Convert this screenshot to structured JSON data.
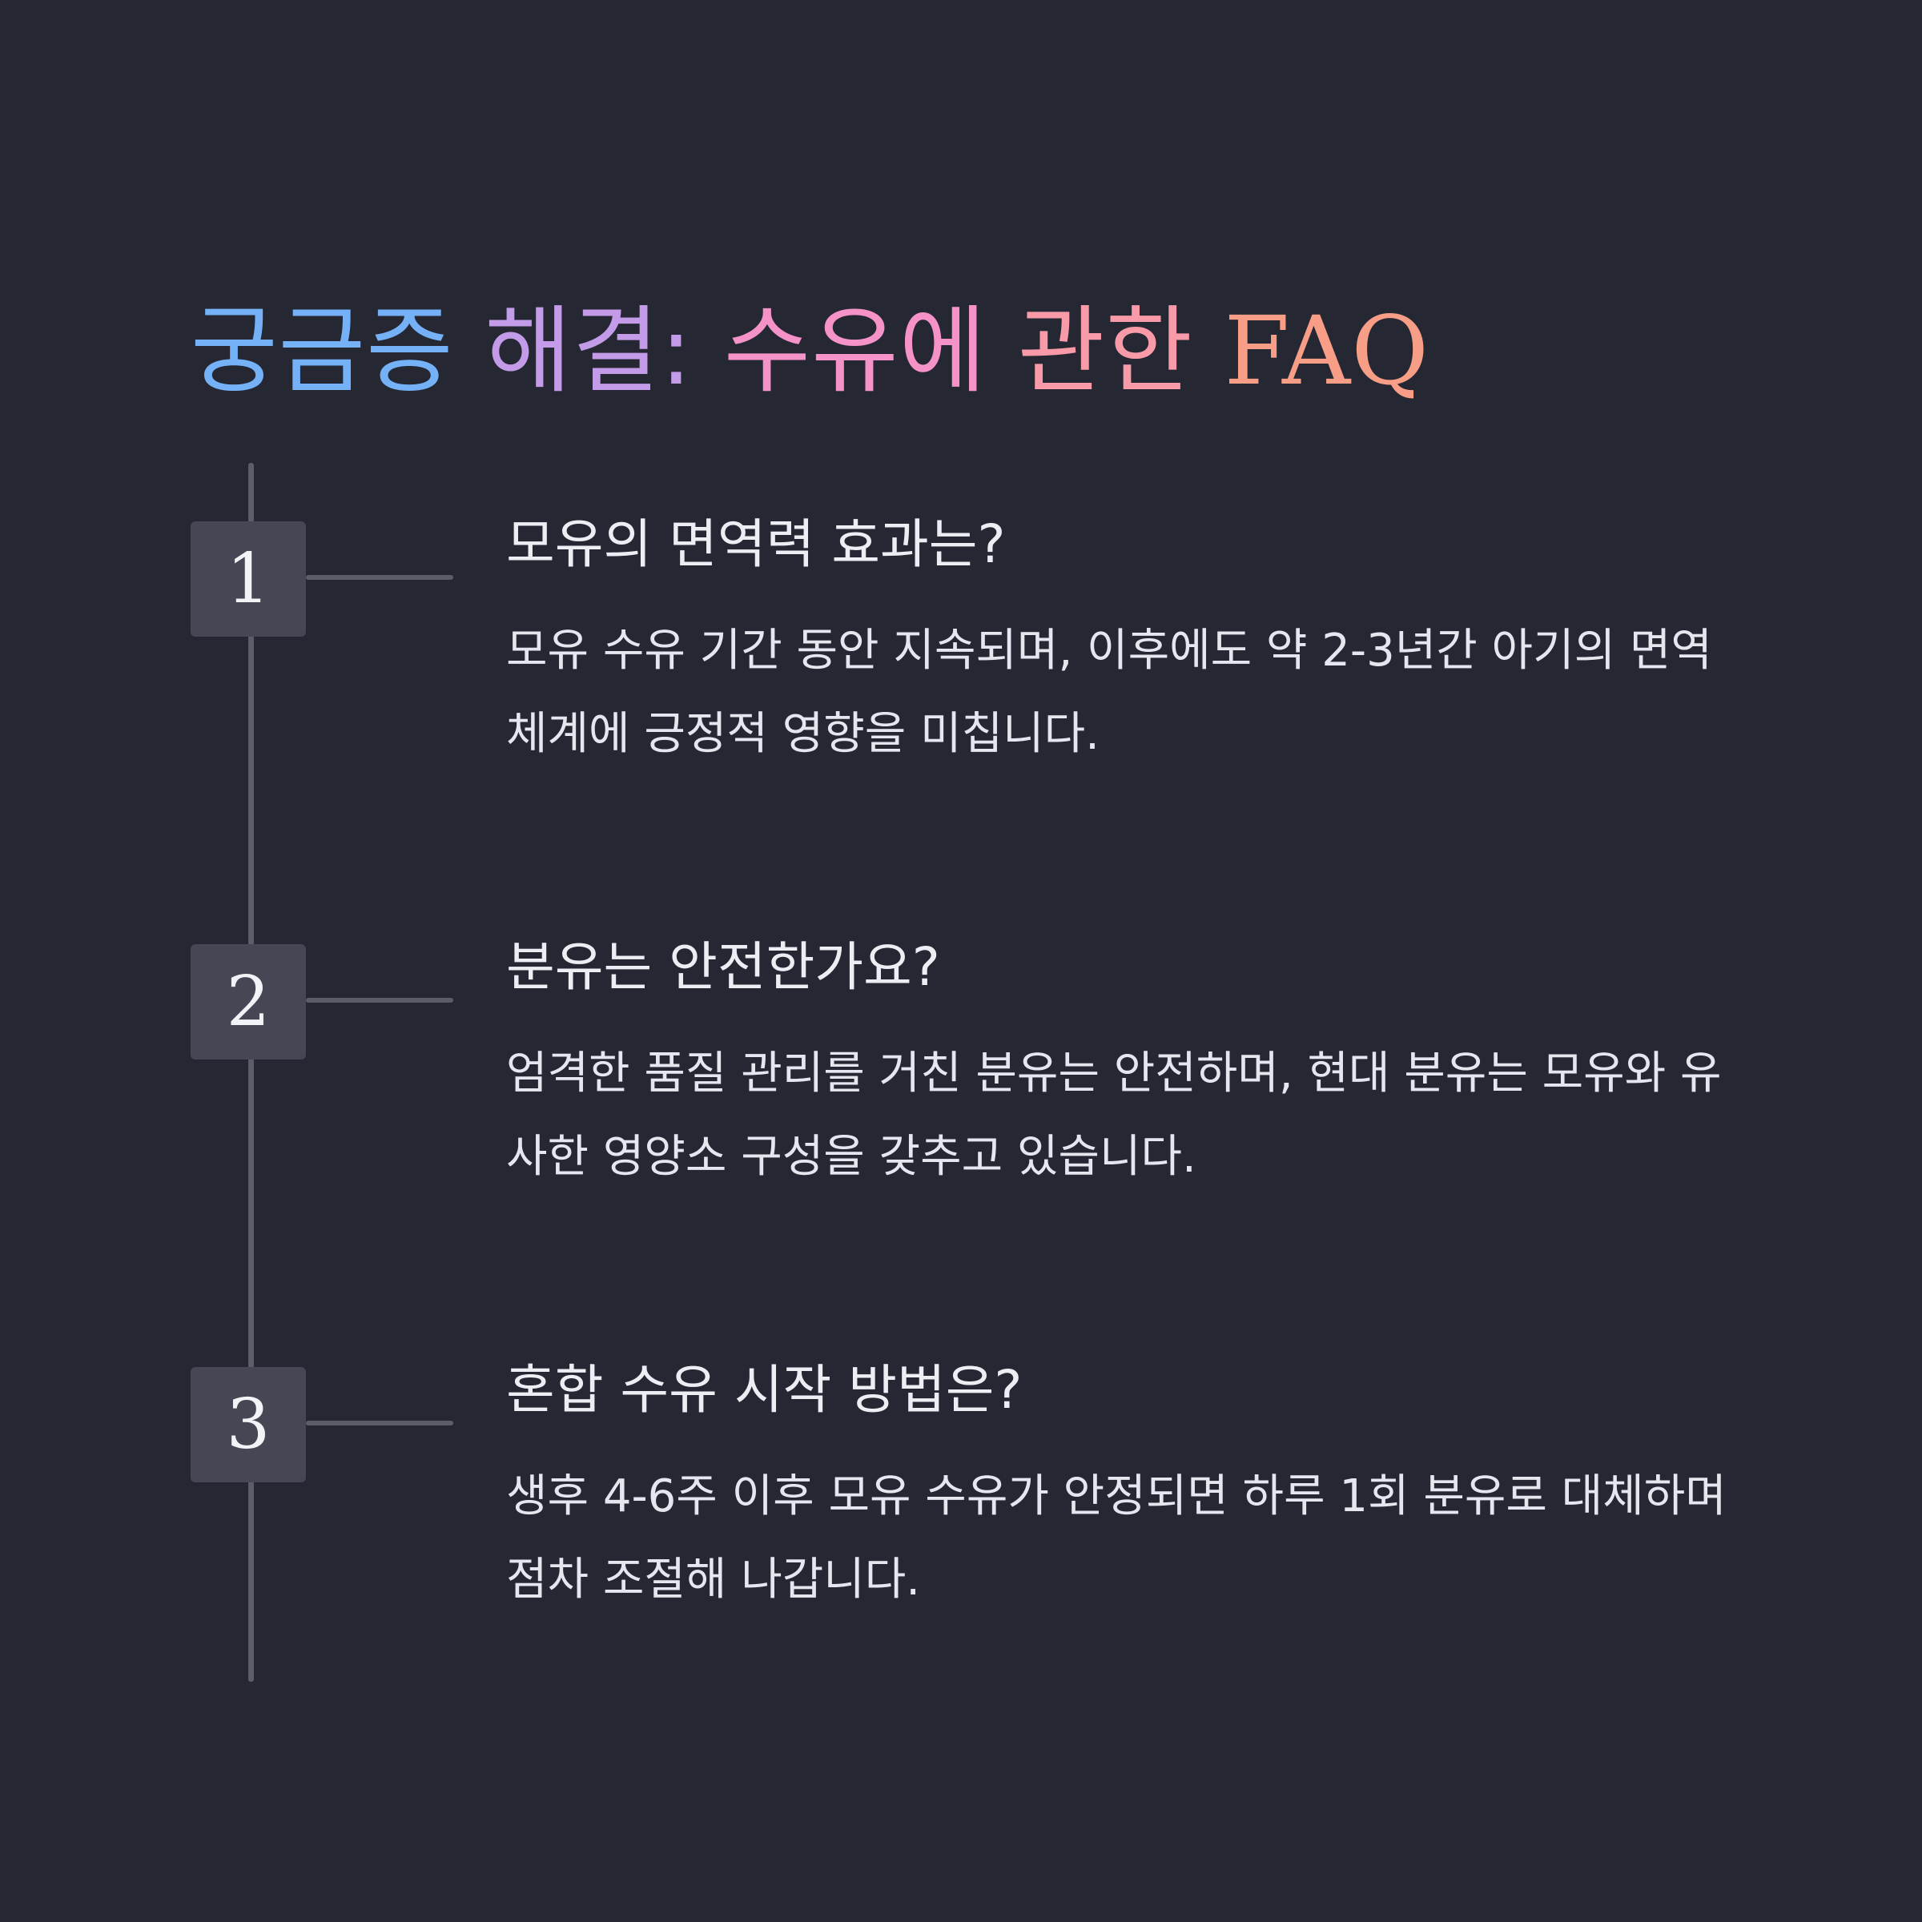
{
  "title": {
    "segments": [
      {
        "text": "궁금증 ",
        "color": "#74b1f7"
      },
      {
        "text": "해결: ",
        "color": "#c39be8"
      },
      {
        "text": "수유에 ",
        "color": "#f592c8"
      },
      {
        "text": "관한 ",
        "color": "#f99aa9"
      },
      {
        "text": "FAQ",
        "color": "#f89e86"
      }
    ]
  },
  "faq": [
    {
      "number": "1",
      "question": "모유의 면역력 효과는?",
      "answer": "모유 수유 기간 동안 지속되며, 이후에도 약 2-3년간 아기의 면역 체계에 긍정적 영향을 미칩니다."
    },
    {
      "number": "2",
      "question": "분유는 안전한가요?",
      "answer": "엄격한 품질 관리를 거친 분유는 안전하며, 현대 분유는 모유와 유사한 영양소 구성을 갖추고 있습니다."
    },
    {
      "number": "3",
      "question": "혼합 수유 시작 방법은?",
      "answer": "생후 4-6주 이후 모유 수유가 안정되면 하루 1회 분유로 대체하며 점차 조절해 나갑니다."
    }
  ]
}
